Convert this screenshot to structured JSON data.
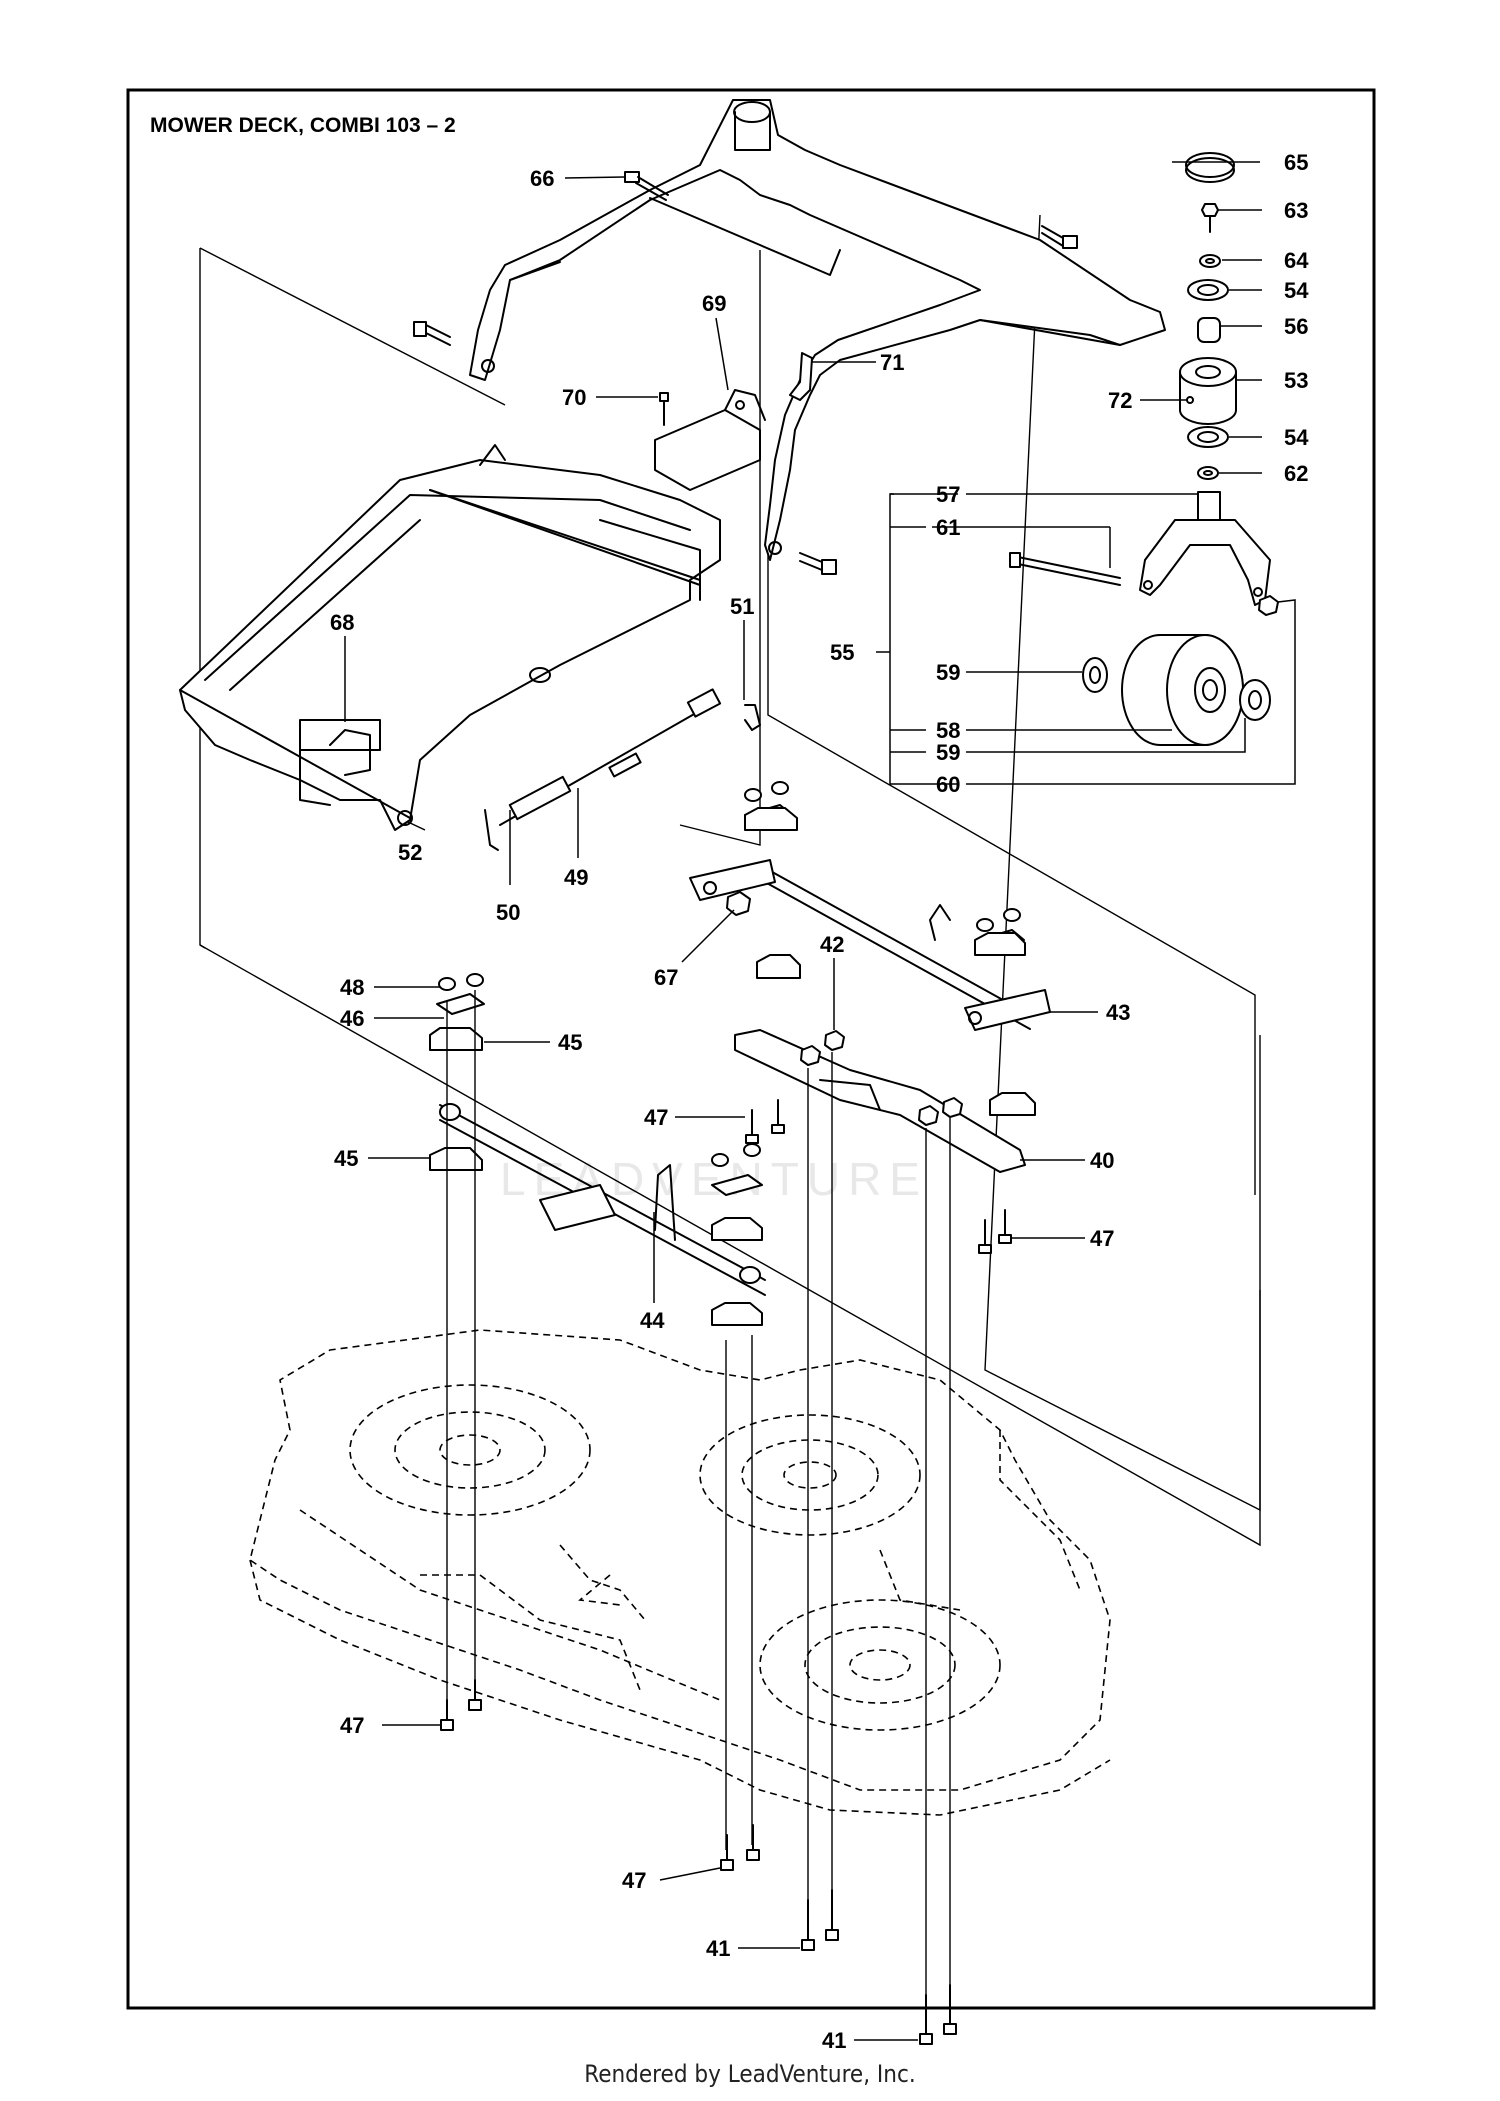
{
  "title": "MOWER DECK, COMBI 103 – 2",
  "watermark": "LEADVENTURE",
  "footer": "Rendered by LeadVenture, Inc.",
  "callouts": [
    "65",
    "66",
    "63",
    "64",
    "54",
    "56",
    "69",
    "71",
    "53",
    "70",
    "72",
    "54",
    "62",
    "57",
    "61",
    "68",
    "51",
    "55",
    "59",
    "58",
    "59",
    "60",
    "52",
    "49",
    "50",
    "42",
    "67",
    "48",
    "46",
    "45",
    "43",
    "47",
    "40",
    "45",
    "47",
    "44",
    "47",
    "47",
    "41",
    "41"
  ]
}
